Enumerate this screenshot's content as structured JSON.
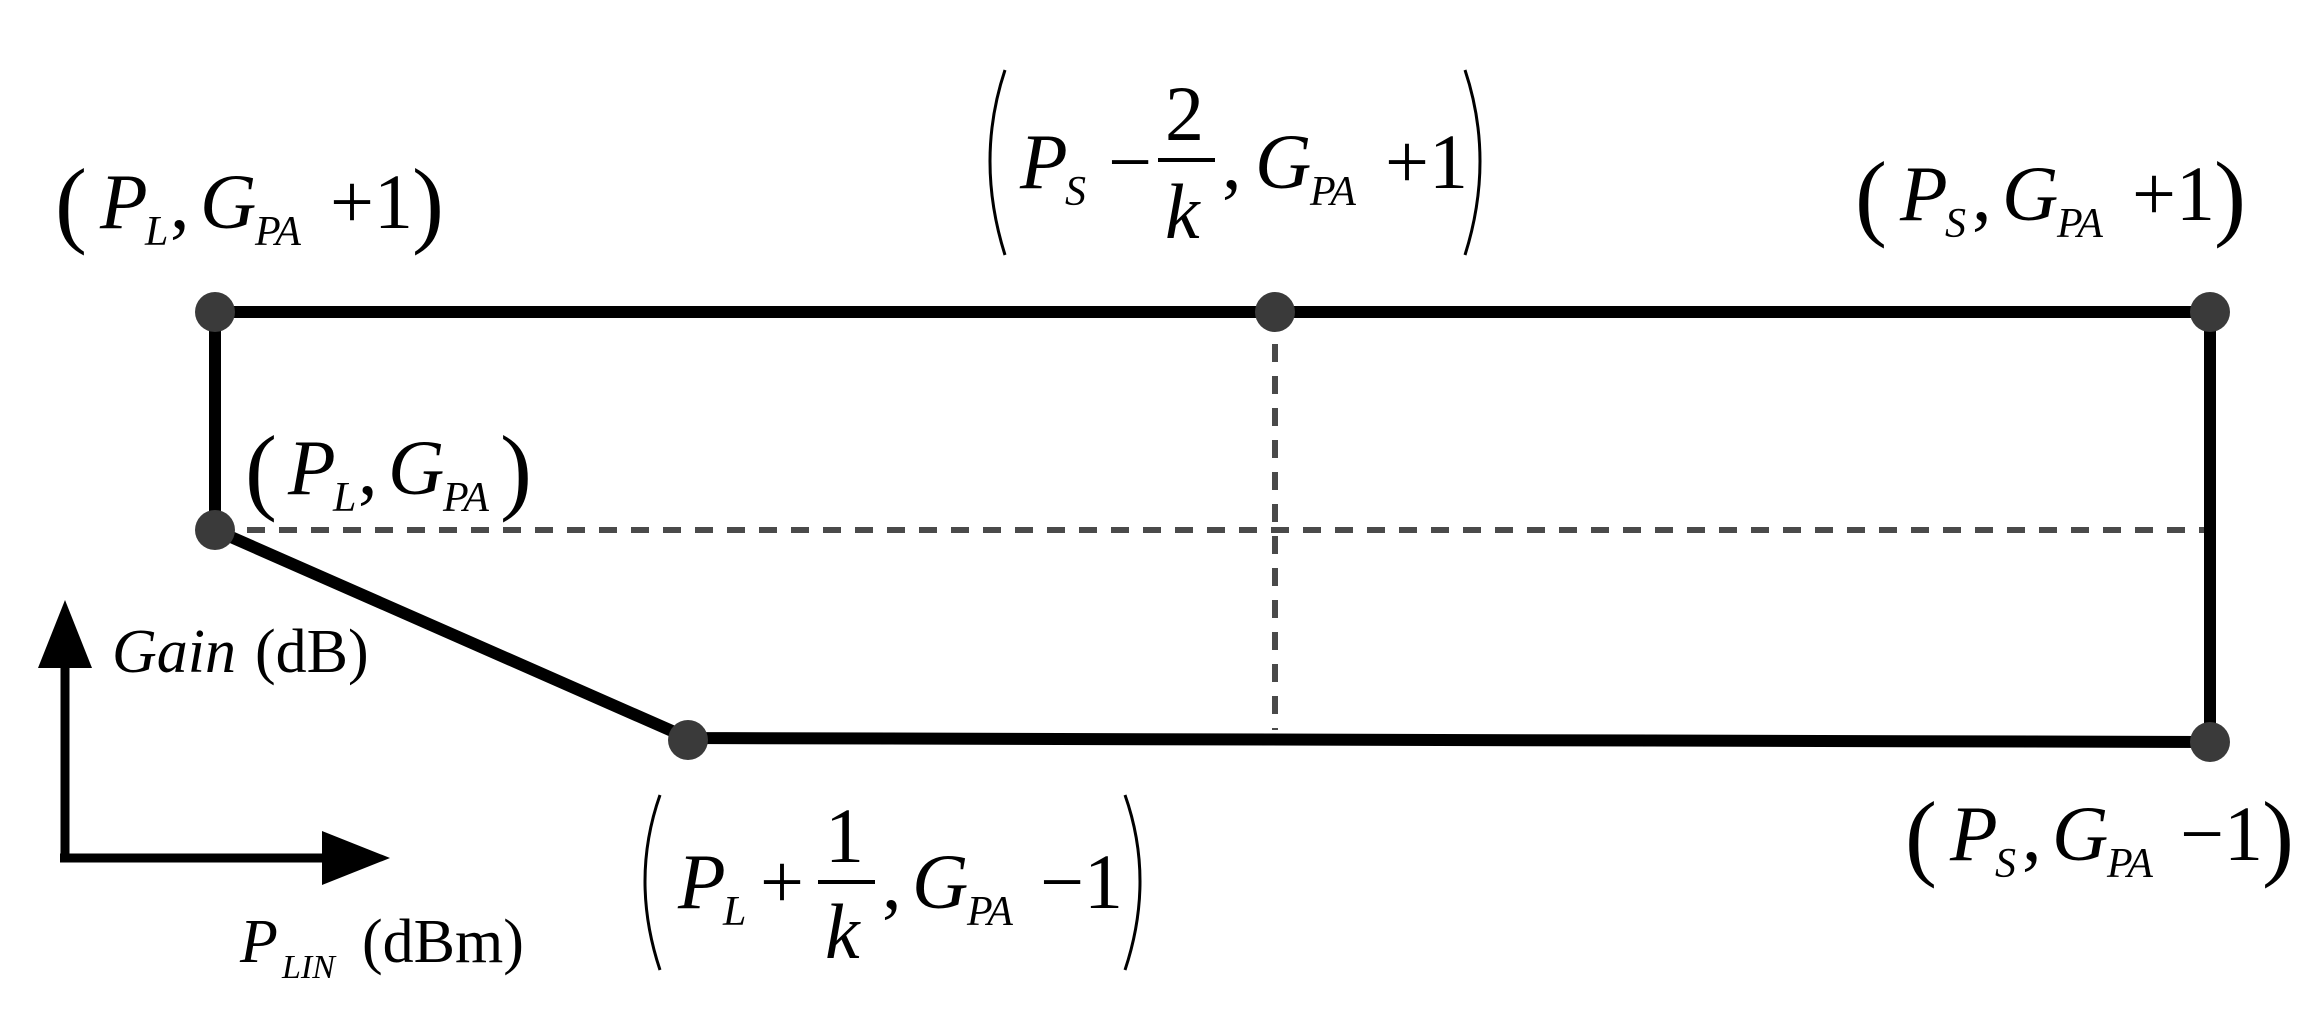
{
  "diagram": {
    "colors": {
      "boundary": "#000000",
      "point": "#3a3a3a",
      "dashed": "#4a4a4a",
      "axis": "#000000"
    },
    "labels": {
      "top_left": {
        "main1": "P",
        "sub1": "L",
        "sep": ",",
        "main2": "G",
        "sub2": "PA",
        "tail": "+1"
      },
      "top_mid": {
        "main1": "P",
        "sub1": "S",
        "minus": "−",
        "num": "2",
        "den": "k",
        "sep": ",",
        "main2": "G",
        "sub2": "PA",
        "tail": "+1"
      },
      "top_right": {
        "main1": "P",
        "sub1": "S",
        "sep": ",",
        "main2": "G",
        "sub2": "PA",
        "tail": "+1"
      },
      "mid_left": {
        "main1": "P",
        "sub1": "L",
        "sep": ",",
        "main2": "G",
        "sub2": "PA"
      },
      "bottom_mid": {
        "main1": "P",
        "sub1": "L",
        "plus": "+",
        "num": "1",
        "den": "k",
        "sep": ",",
        "main2": "G",
        "sub2": "PA",
        "tail": "−1"
      },
      "bottom_right": {
        "main1": "P",
        "sub1": "S",
        "sep": ",",
        "main2": "G",
        "sub2": "PA",
        "tail": "−1"
      }
    },
    "axes": {
      "y_label_var": "Gain",
      "y_label_unit": "(dB)",
      "x_label_var": "P",
      "x_label_sub": "LIN",
      "x_label_unit": "(dBm)"
    }
  }
}
